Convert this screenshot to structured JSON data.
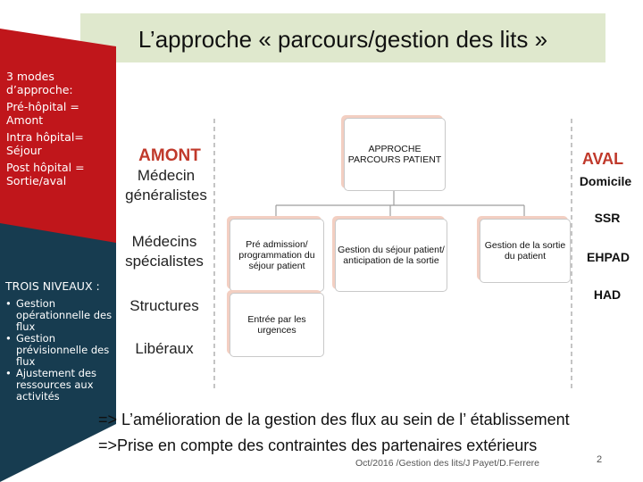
{
  "title": "L’approche « parcours/gestion des lits »",
  "side_panel": {
    "modes": [
      "3 modes d’approche:",
      "Pré-hôpital = Amont",
      "Intra hôpital= Séjour",
      "Post hôpital = Sortie/aval"
    ],
    "levels_heading": "TROIS NIVEAUX :",
    "levels": [
      "Gestion opérationnelle des flux",
      "Gestion prévisionnelle des flux",
      "Ajustement des ressources aux activités"
    ]
  },
  "amont": {
    "heading": "AMONT",
    "items": [
      "Médecin généralistes",
      "Médecins spécialistes",
      "Structures",
      "Libéraux"
    ]
  },
  "aval": {
    "heading": "AVAL",
    "items": [
      "Domicile",
      "SSR",
      "EHPAD",
      "HAD"
    ]
  },
  "diagram": {
    "root": "APPROCHE PARCOURS PATIENT",
    "children": [
      "Pré admission/ programmation du séjour patient",
      "Gestion du séjour patient/ anticipation de la sortie",
      "Gestion de la sortie du patient"
    ],
    "sub_child": "Entrée par les urgences"
  },
  "conclusion": [
    "=> L’amélioration de la gestion des flux au sein de l’ établissement",
    "=>Prise en compte des contraintes des partenaires extérieurs"
  ],
  "footer": "Oct/2016 /Gestion des lits/J Payet/D.Ferrere",
  "page_number": "2",
  "colors": {
    "red_panel": "#c0161b",
    "dark_panel": "#173c50",
    "title_bg": "#dfe8cd",
    "accent_text": "#c0392b"
  }
}
